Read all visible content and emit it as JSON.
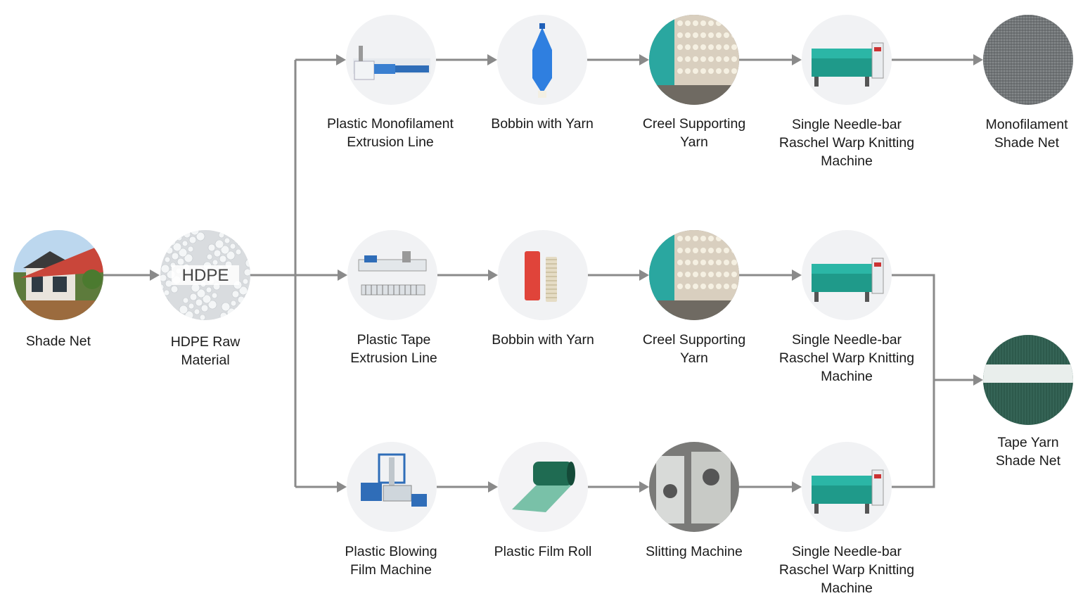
{
  "diagram": {
    "nodes": [
      {
        "id": "shade-net",
        "label": "Shade Net",
        "image": "house-with-red-shade-sail"
      },
      {
        "id": "hdpe",
        "label": "HDPE Raw\nMaterial",
        "image": "hdpe-pellets",
        "image_text": "HDPE"
      },
      {
        "id": "mono-extrusion",
        "label": "Plastic Monofilament\nExtrusion Line",
        "image": "extrusion-line"
      },
      {
        "id": "mono-bobbin",
        "label": "Bobbin with Yarn",
        "image": "blue-yarn-bobbin"
      },
      {
        "id": "mono-creel",
        "label": "Creel Supporting\nYarn",
        "image": "creel-room"
      },
      {
        "id": "mono-knit",
        "label": "Single Needle-bar\nRaschel Warp Knitting\nMachine",
        "image": "knitting-machine"
      },
      {
        "id": "mono-net",
        "label": "Monofilament\nShade Net",
        "image": "grey-net-fabric"
      },
      {
        "id": "tape-extrusion",
        "label": "Plastic Tape\nExtrusion Line",
        "image": "tape-extrusion-line"
      },
      {
        "id": "tape-bobbin",
        "label": "Bobbin with Yarn",
        "image": "red-and-beige-bobbins"
      },
      {
        "id": "tape-creel",
        "label": "Creel Supporting\nYarn",
        "image": "creel-room"
      },
      {
        "id": "tape-knit",
        "label": "Single Needle-bar\nRaschel Warp Knitting\nMachine",
        "image": "knitting-machine"
      },
      {
        "id": "tape-net",
        "label": "Tape Yarn\nShade Net",
        "image": "green-net-with-white-stripe"
      },
      {
        "id": "film-blowing",
        "label": "Plastic Blowing\nFilm Machine",
        "image": "blown-film-tower"
      },
      {
        "id": "film-roll",
        "label": "Plastic Film Roll",
        "image": "green-film-roll"
      },
      {
        "id": "slitting",
        "label": "Slitting Machine",
        "image": "slitting-machine"
      },
      {
        "id": "film-knit",
        "label": "Single Needle-bar\nRaschel Warp Knitting\nMachine",
        "image": "knitting-machine"
      }
    ],
    "edges": [
      [
        "shade-net",
        "hdpe"
      ],
      [
        "hdpe",
        "mono-extrusion"
      ],
      [
        "hdpe",
        "tape-extrusion"
      ],
      [
        "hdpe",
        "film-blowing"
      ],
      [
        "mono-extrusion",
        "mono-bobbin"
      ],
      [
        "mono-bobbin",
        "mono-creel"
      ],
      [
        "mono-creel",
        "mono-knit"
      ],
      [
        "mono-knit",
        "mono-net"
      ],
      [
        "tape-extrusion",
        "tape-bobbin"
      ],
      [
        "tape-bobbin",
        "tape-creel"
      ],
      [
        "tape-creel",
        "tape-knit"
      ],
      [
        "tape-knit",
        "tape-net"
      ],
      [
        "film-blowing",
        "film-roll"
      ],
      [
        "film-roll",
        "slitting"
      ],
      [
        "slitting",
        "film-knit"
      ],
      [
        "film-knit",
        "tape-net"
      ]
    ],
    "colors": {
      "arrow": "#8a8a8a",
      "node_background": "#f1f2f4",
      "text": "#1a1a1a"
    }
  }
}
